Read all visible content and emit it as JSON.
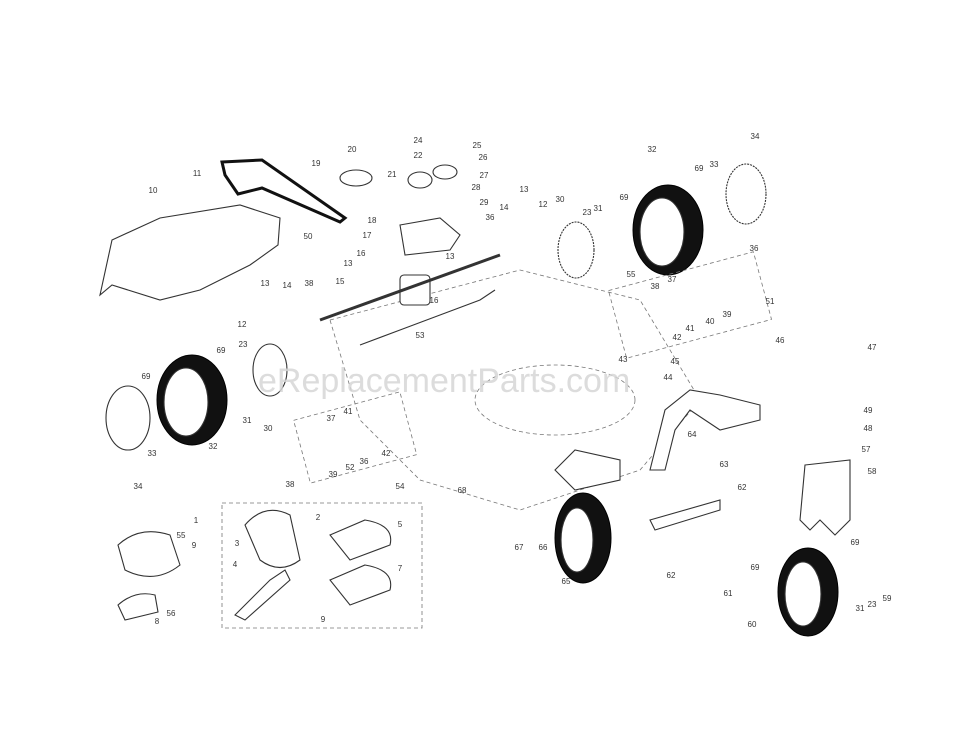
{
  "diagram": {
    "watermark": "eReplacementParts.com",
    "part_labels": [
      "24",
      "25",
      "26",
      "20",
      "22",
      "19",
      "27",
      "21",
      "11",
      "28",
      "29",
      "13",
      "10",
      "18",
      "50",
      "17",
      "14",
      "36",
      "12",
      "16",
      "13",
      "13",
      "15",
      "16",
      "13",
      "14",
      "38",
      "12",
      "53",
      "32",
      "34",
      "69",
      "33",
      "30",
      "23",
      "31",
      "69",
      "55",
      "36",
      "37",
      "38",
      "51",
      "39",
      "40",
      "41",
      "42",
      "43",
      "46",
      "45",
      "47",
      "44",
      "49",
      "48",
      "57",
      "58",
      "64",
      "63",
      "62",
      "62",
      "61",
      "59",
      "23",
      "31",
      "69",
      "69",
      "60",
      "65",
      "67",
      "66",
      "69",
      "23",
      "69",
      "31",
      "30",
      "33",
      "32",
      "34",
      "41",
      "37",
      "42",
      "36",
      "52",
      "39",
      "38",
      "54",
      "68",
      "1",
      "2",
      "55",
      "9",
      "3",
      "5",
      "4",
      "7",
      "56",
      "8",
      "9"
    ]
  }
}
